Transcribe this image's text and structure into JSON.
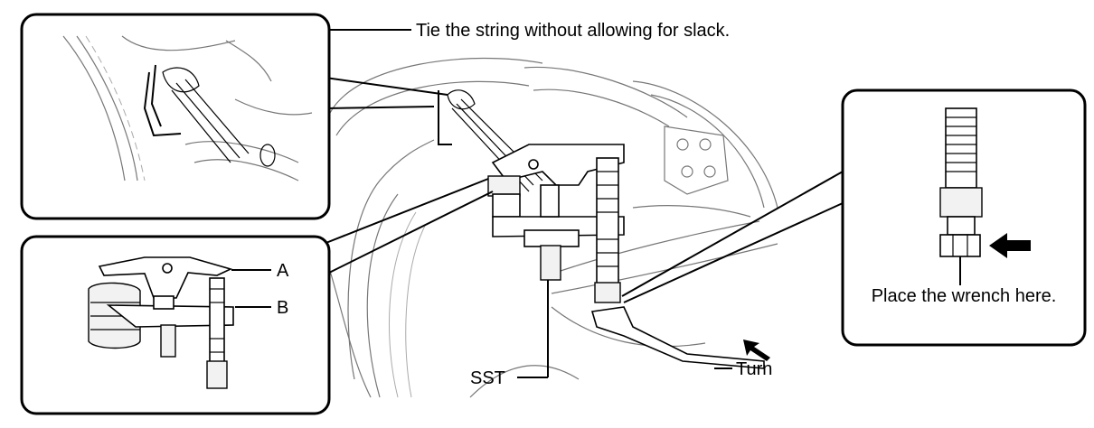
{
  "callouts": {
    "string": "Tie the string without allowing for slack.",
    "wrench": "Place the wrench here.",
    "sst": "SST",
    "turn": "Turn"
  },
  "inset_labels": {
    "a": "A",
    "b": "B"
  },
  "icons": {
    "arrow": "filled-arrow-left-icon",
    "turn_arrow": "curved-arrow-icon"
  }
}
